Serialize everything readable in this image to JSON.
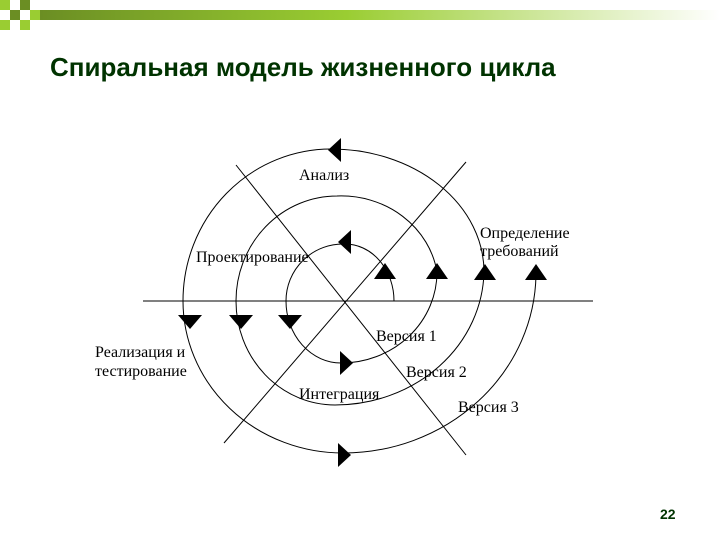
{
  "slide": {
    "title": "Спиральная модель жизненного цикла",
    "page_number": "22"
  },
  "colors": {
    "band_dark": "#6b8e23",
    "band_light": "#9acd32",
    "band_fade": "#ffffff",
    "title": "#003300"
  },
  "diagram": {
    "labels": {
      "analysis": "Анализ",
      "design": "Проектирование",
      "requirements_line1": "Определение",
      "requirements_line2": "требований",
      "implementation_line1": "Реализация и",
      "implementation_line2": "тестирование",
      "integration": "Интеграция",
      "version1": "Версия 1",
      "version2": "Версия 2",
      "version3": "Версия 3"
    }
  }
}
